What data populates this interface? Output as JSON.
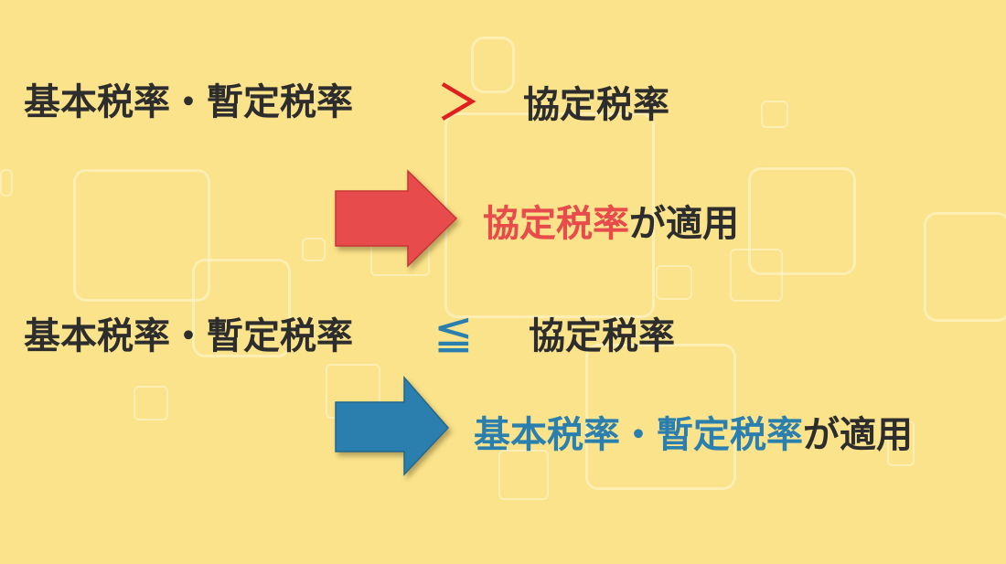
{
  "row1": {
    "left": "基本税率・暫定税率",
    "right": "協定税率",
    "result_highlight": "協定税率",
    "result_suffix": "が適用"
  },
  "row2": {
    "left": "基本税率・暫定税率",
    "operator": "≦",
    "right": "協定税率",
    "result_highlight": "基本税率・暫定税率",
    "result_suffix": "が適用"
  },
  "colors": {
    "background": "#fae38a",
    "text": "#2d2d2d",
    "red_accent": "#e84b4b",
    "red_operator": "#e02020",
    "blue_accent": "#2b7fae"
  },
  "icons": {
    "row1_operator": "greater-than-icon",
    "row1_arrow": "right-arrow-icon",
    "row2_arrow": "right-arrow-icon"
  }
}
